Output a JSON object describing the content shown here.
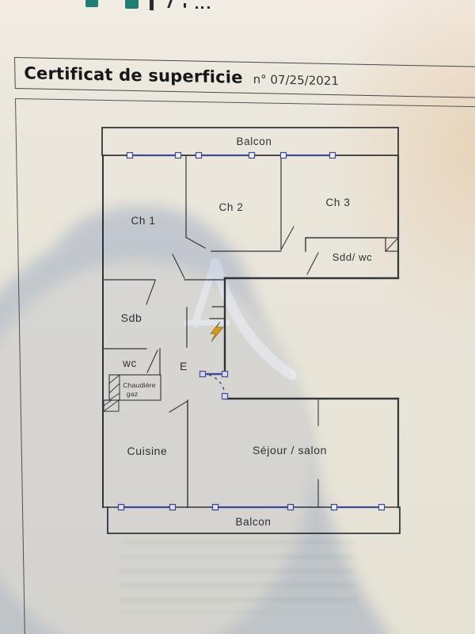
{
  "header": {
    "title": "Certificat de superficie",
    "reference": "n° 07/25/2021"
  },
  "plan": {
    "watermark_letter": "A",
    "labels": {
      "balcony_top": "Balcon",
      "bedroom1": "Ch 1",
      "bedroom2": "Ch 2",
      "bedroom3": "Ch 3",
      "shower_wc": "Sdd/ wc",
      "bathroom": "Sdb",
      "wc": "wc",
      "boiler_line1": "Chaudière",
      "boiler_line2": "gaz",
      "entrance": "E",
      "kitchen": "Cuisine",
      "living_room": "Séjour / salon",
      "balcony_bottom": "Balcon"
    },
    "colors": {
      "wall_line": "#34373c",
      "window_line": "#3e4a94",
      "entry_door": "#4a4f99",
      "lightning_bolt": "#eaa41f",
      "watermark": "#ffffff"
    }
  }
}
